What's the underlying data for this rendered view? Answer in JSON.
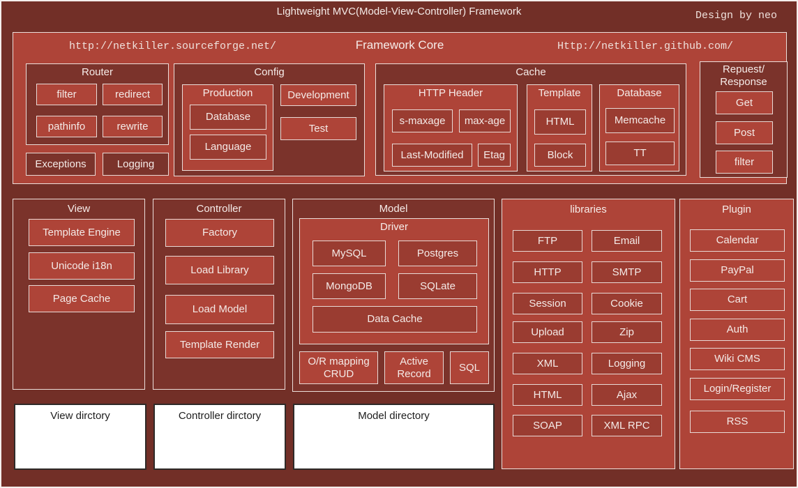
{
  "palette": {
    "page_bg": "#722f27",
    "panel_light": "#ae4438",
    "group_dark": "#7b332b",
    "button_mid": "#9a3c31",
    "border_line": "#ecdfdb",
    "text": "#f4eae7",
    "directory_bg": "#ffffff",
    "directory_text": "#1d1d1d"
  },
  "header": {
    "title": "Lightweight MVC(Model-View-Controller) Framework",
    "credit": "Design by neo"
  },
  "core": {
    "title": "Framework Core",
    "url_left": "http://netkiller.sourceforge.net/",
    "url_right": "Http://netkiller.github.com/",
    "router": {
      "title": "Router",
      "items": [
        "filter",
        "redirect",
        "pathinfo",
        "rewrite"
      ]
    },
    "exceptions": "Exceptions",
    "logging": "Logging",
    "config": {
      "title": "Config",
      "production": {
        "title": "Production",
        "items": [
          "Database",
          "Language"
        ]
      },
      "development": "Development",
      "test": "Test"
    },
    "cache": {
      "title": "Cache",
      "http_header": {
        "title": "HTTP Header",
        "items": [
          "s-maxage",
          "max-age",
          "Last-Modified",
          "Etag"
        ]
      },
      "template": {
        "title": "Template",
        "items": [
          "HTML",
          "Block"
        ]
      },
      "database": {
        "title": "Database",
        "items": [
          "Memcache",
          "TT"
        ]
      }
    },
    "request": {
      "title_line1": "Repuest/",
      "title_line2": "Response",
      "items": [
        "Get",
        "Post",
        "filter"
      ]
    }
  },
  "view": {
    "title": "View",
    "items": [
      "Template Engine",
      "Unicode i18n",
      "Page Cache"
    ]
  },
  "controller": {
    "title": "Controller",
    "items": [
      "Factory",
      "Load Library",
      "Load Model",
      "Template Render"
    ]
  },
  "model": {
    "title": "Model",
    "driver": {
      "title": "Driver",
      "items": [
        "MySQL",
        "Postgres",
        "MongoDB",
        "SQLate"
      ],
      "wide": "Data Cache"
    },
    "items": [
      "O/R mapping CRUD",
      "Active Record",
      "SQL"
    ]
  },
  "libraries": {
    "title": "libraries",
    "items": [
      "FTP",
      "Email",
      "HTTP",
      "SMTP",
      "Session",
      "Cookie",
      "Upload",
      "Zip",
      "XML",
      "Logging",
      "HTML",
      "Ajax",
      "SOAP",
      "XML RPC"
    ]
  },
  "plugin": {
    "title": "Plugin",
    "items": [
      "Calendar",
      "PayPal",
      "Cart",
      "Auth",
      "Wiki CMS",
      "Login/Register",
      "RSS"
    ]
  },
  "directories": {
    "view": "View dirctory",
    "controller": "Controller dirctory",
    "model": "Model directory"
  }
}
